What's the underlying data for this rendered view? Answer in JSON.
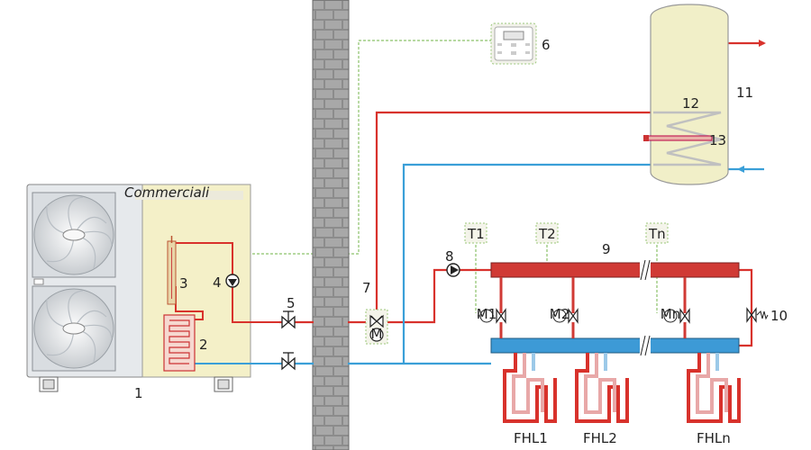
{
  "labels": {
    "outdoor_unit": "1",
    "plate_exchanger": "2",
    "backup_heater": "3",
    "circulation_pump": "4",
    "shutoff_valve": "5",
    "controller": "6",
    "three_way_valve": "7",
    "manifold_pump": "8",
    "manifold": "9",
    "bypass_valve": "10",
    "dhw_tank": "11",
    "tank_coil": "12",
    "tank_heater": "13",
    "thermostat_1": "T1",
    "thermostat_2": "T2",
    "thermostat_n": "Tn",
    "motor_1": "M1",
    "motor_2": "M2",
    "motor_n": "Mn",
    "motor_valve": "M",
    "loop_1": "FHL1",
    "loop_2": "FHL2",
    "loop_n": "FHLn",
    "brand": "Commerciali"
  },
  "colors": {
    "hot_pipe": "#d8322c",
    "cold_pipe": "#3a9fd8",
    "signal_wire": "#8cc26a",
    "unit_casing": "#f4f0c8",
    "tank_body": "#f1efc8",
    "manifold_hot": "#d03a35",
    "manifold_cold": "#3d9ad6",
    "wall": "#8a8a8a"
  }
}
